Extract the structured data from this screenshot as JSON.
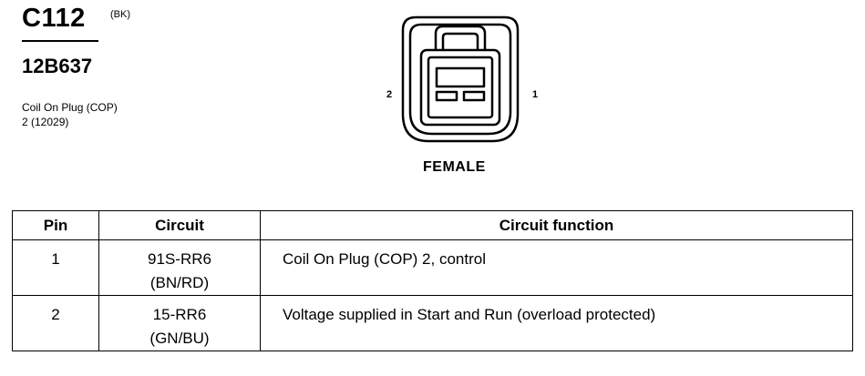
{
  "connector": {
    "id": "C112",
    "color_code": "(BK)",
    "part_number": "12B637",
    "description_line1": "Coil On Plug (COP)",
    "description_line2": "2 (12029)",
    "gender": "FEMALE",
    "pin_left_label": "2",
    "pin_right_label": "1"
  },
  "table": {
    "headers": [
      "Pin",
      "Circuit",
      "Circuit function"
    ],
    "rows": [
      {
        "pin": "1",
        "circuit": "91S-RR6",
        "wire_color": "(BN/RD)",
        "function": "Coil On Plug (COP) 2, control"
      },
      {
        "pin": "2",
        "circuit": "15-RR6",
        "wire_color": "(GN/BU)",
        "function": "Voltage supplied in Start and Run (overload protected)"
      }
    ]
  }
}
